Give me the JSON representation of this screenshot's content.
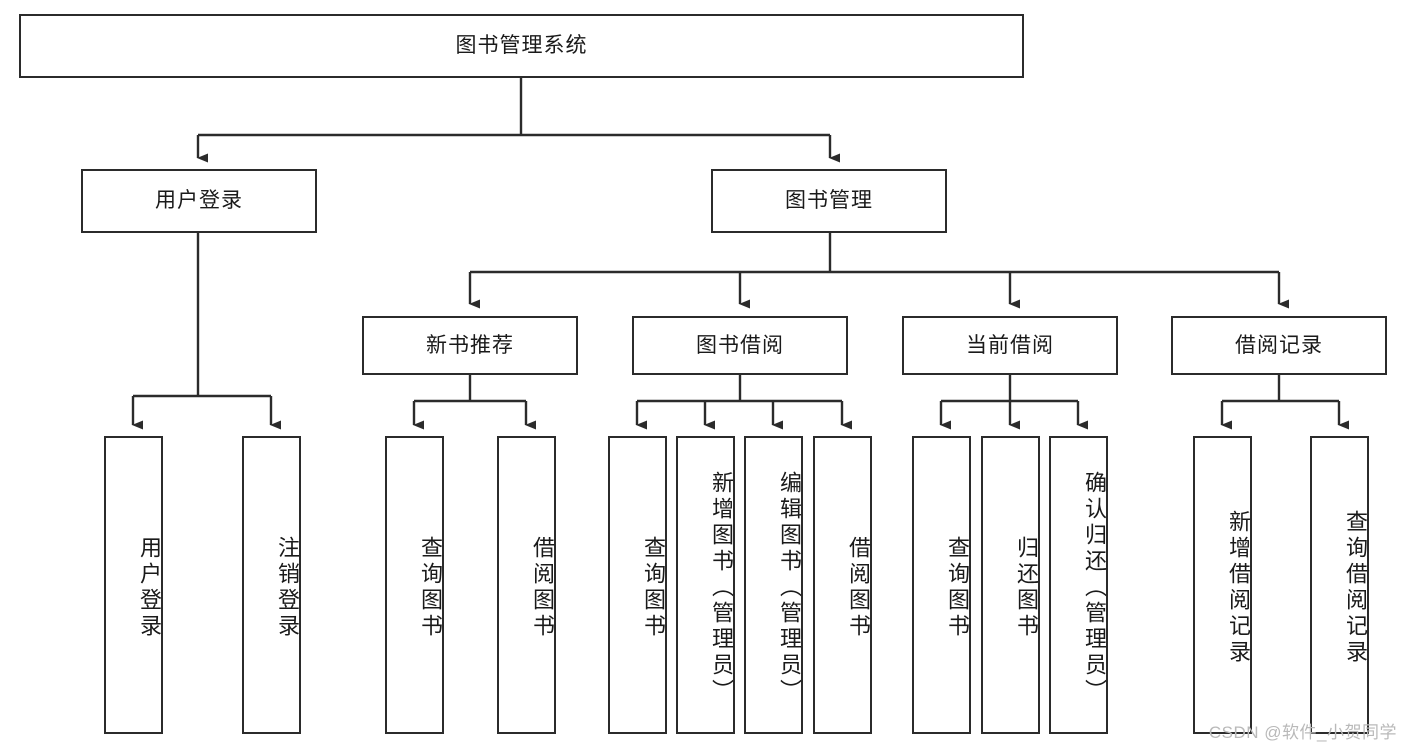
{
  "diagram": {
    "title_text": "图书管理系统",
    "type": "hierarchy-tree",
    "root": {
      "id": "root",
      "label": "图书管理系统"
    },
    "level2": [
      {
        "id": "user-login",
        "label": "用户登录"
      },
      {
        "id": "book-management",
        "label": "图书管理"
      }
    ],
    "level3": [
      {
        "id": "new-book-recommend",
        "label": "新书推荐",
        "parent": "book-management"
      },
      {
        "id": "book-borrow",
        "label": "图书借阅",
        "parent": "book-management"
      },
      {
        "id": "current-borrow",
        "label": "当前借阅",
        "parent": "book-management"
      },
      {
        "id": "borrow-record",
        "label": "借阅记录",
        "parent": "book-management"
      }
    ],
    "leaves": {
      "user_login": [
        {
          "id": "leaf-user-login",
          "label": "用户登录"
        },
        {
          "id": "leaf-user-logout",
          "label": "注销登录"
        }
      ],
      "new_book_recommend": [
        {
          "id": "leaf-query-book-1",
          "label": "查询图书"
        },
        {
          "id": "leaf-borrow-book-1",
          "label": "借阅图书"
        }
      ],
      "book_borrow": [
        {
          "id": "leaf-query-book-2",
          "label": "查询图书"
        },
        {
          "id": "leaf-add-book",
          "label": "新增图书（管理员）"
        },
        {
          "id": "leaf-edit-book",
          "label": "编辑图书（管理员）"
        },
        {
          "id": "leaf-borrow-book-2",
          "label": "借阅图书"
        }
      ],
      "current_borrow": [
        {
          "id": "leaf-query-book-3",
          "label": "查询图书"
        },
        {
          "id": "leaf-return-book",
          "label": "归还图书"
        },
        {
          "id": "leaf-confirm-return",
          "label": "确认归还（管理员）"
        }
      ],
      "borrow_record": [
        {
          "id": "leaf-add-record",
          "label": "新增借阅记录"
        },
        {
          "id": "leaf-query-record",
          "label": "查询借阅记录"
        }
      ]
    }
  },
  "watermark": {
    "text": "CSDN @软件_小贺同学"
  },
  "colors": {
    "stroke": "#2b2b2b",
    "fill": "#ffffff",
    "text": "#1a1a1a",
    "watermark": "#b9b9b9"
  }
}
